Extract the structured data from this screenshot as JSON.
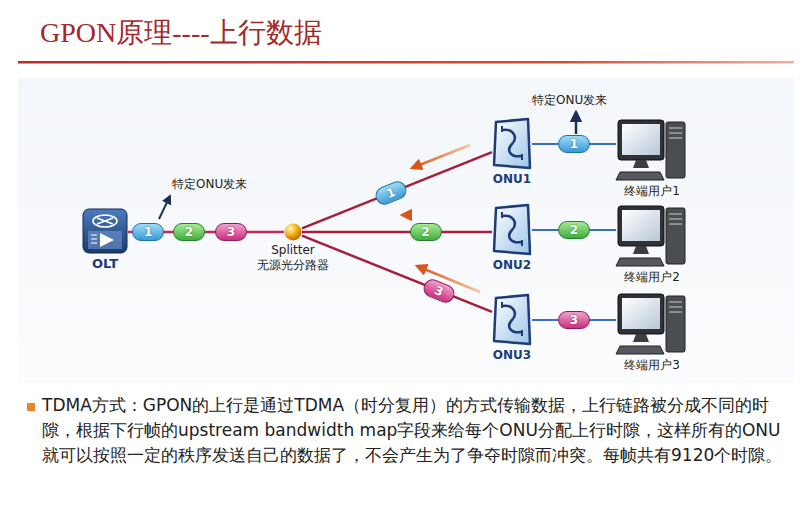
{
  "diagram": {
    "title": "GPON原理----上行数据",
    "caption": "TDMA方式：GPON的上行是通过TDMA（时分复用）的方式传输数据，上行链路被分成不同的时隙，根据下行帧的upstream bandwidth map字段来给每个ONU分配上行时隙，这样所有的ONU就可以按照一定的秩序发送自己的数据了，不会产生为了争夺时隙而冲突。每帧共有9120个时隙。",
    "nodes": [
      {
        "text": [
          "OLT"
        ]
      },
      {
        "text": [
          "Splitter",
          "无源光分路器"
        ]
      },
      {
        "text": [
          "ONU1"
        ]
      },
      {
        "text": [
          "ONU2"
        ]
      },
      {
        "text": [
          "ONU3"
        ]
      },
      {
        "text": [
          "终端用户1"
        ]
      },
      {
        "text": [
          "终端用户2"
        ]
      },
      {
        "text": [
          "终端用户3"
        ]
      },
      {
        "text": [
          "1"
        ]
      },
      {
        "text": [
          "2"
        ]
      },
      {
        "text": [
          "3"
        ]
      },
      {
        "text": [
          "1"
        ]
      },
      {
        "text": [
          "2"
        ]
      },
      {
        "text": [
          "3"
        ]
      },
      {
        "text": [
          "1"
        ]
      },
      {
        "text": [
          "2"
        ]
      },
      {
        "text": [
          "3"
        ]
      }
    ],
    "edges": [
      {
        "from": 0,
        "to": 1,
        "arrow": "none"
      },
      {
        "from": 1,
        "to": 2,
        "arrow": "none"
      },
      {
        "from": 1,
        "to": 3,
        "arrow": "none"
      },
      {
        "from": 1,
        "to": 4,
        "arrow": "none"
      },
      {
        "from": 2,
        "to": 5,
        "arrow": "none"
      },
      {
        "from": 3,
        "to": 6,
        "arrow": "none"
      },
      {
        "from": 4,
        "to": 7,
        "arrow": "none"
      }
    ],
    "labels": [
      "特定ONU发来",
      "特定ONU发来"
    ]
  }
}
